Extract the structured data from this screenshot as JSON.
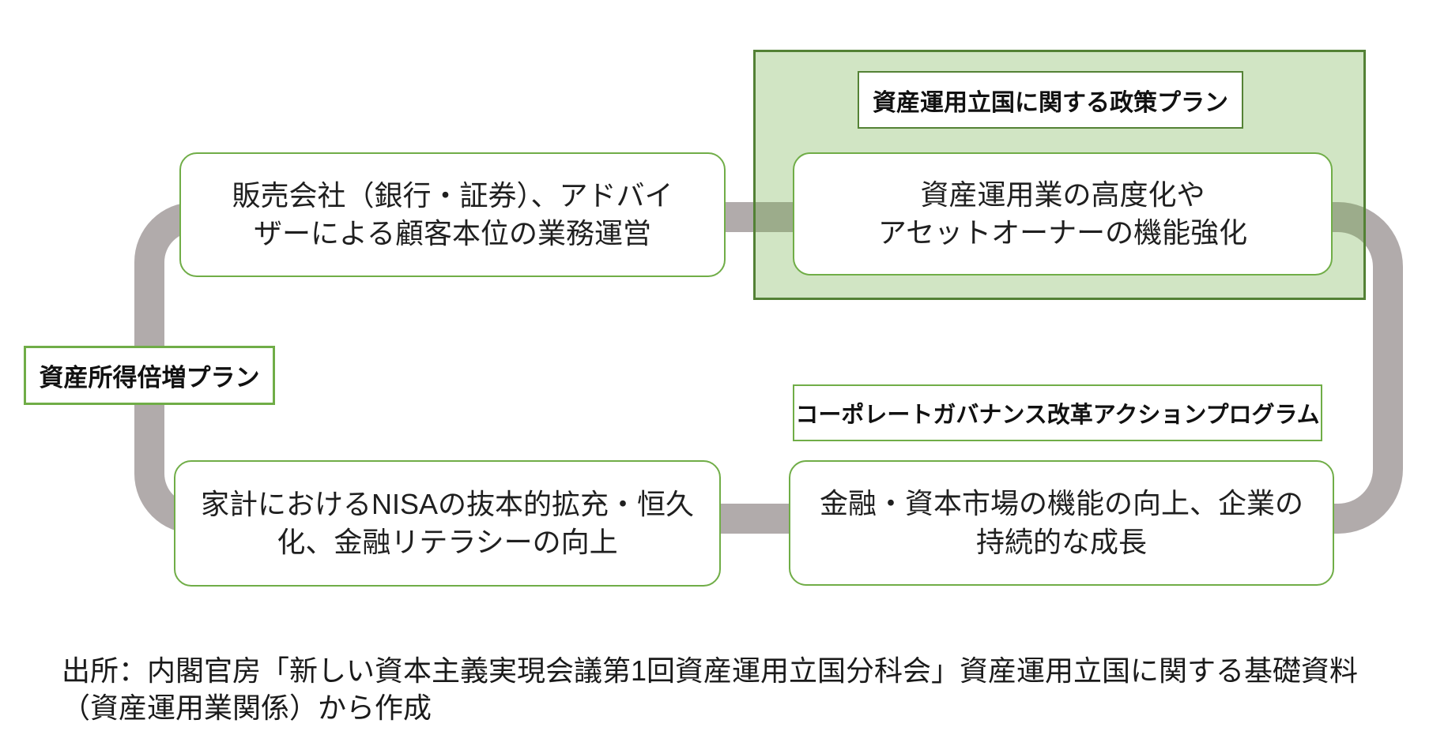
{
  "diagram": {
    "type": "policy-relationship-diagram",
    "panel": {
      "label": "資産運用立国に関する政策プラン",
      "fill_color": "#cfe3c2",
      "border_color": "#538135"
    },
    "labels": {
      "left_plan": "資産所得倍増プラン",
      "governance_program": "コーポレートガバナンス改革アクションプログラム"
    },
    "nodes": {
      "top_left": {
        "lines": [
          "販売会社（銀行・証券）、アドバイ",
          "ザーによる顧客本位の業務運営"
        ]
      },
      "top_right": {
        "lines": [
          "資産運用業の高度化や",
          "アセットオーナーの機能強化"
        ]
      },
      "bottom_left": {
        "lines": [
          "家計におけるNISAの抜本的拡充・恒久",
          "化、金融リテラシーの向上"
        ]
      },
      "bottom_right": {
        "lines": [
          "金融・資本市場の機能の向上、企業の",
          "持続的な成長"
        ]
      }
    },
    "connectors": {
      "color": "#b1abab",
      "shape": "thick rounded loop linking left pair and right pair of boxes, plus two horizontal bars linking left boxes to right boxes"
    },
    "colors": {
      "node_border": "#70ad47",
      "panel_border": "#538135",
      "panel_fill_rgba": "rgba(112,173,71,0.32)",
      "connector_gray": "#b1abab",
      "text": "#1f1f1f",
      "background": "#ffffff"
    },
    "source": {
      "lines": [
        "出所：内閣官房「新しい資本主義実現会議第1回資産運用立国分科会」資産運用立国に関する基礎資料",
        "（資産運用業関係）から作成"
      ]
    }
  }
}
